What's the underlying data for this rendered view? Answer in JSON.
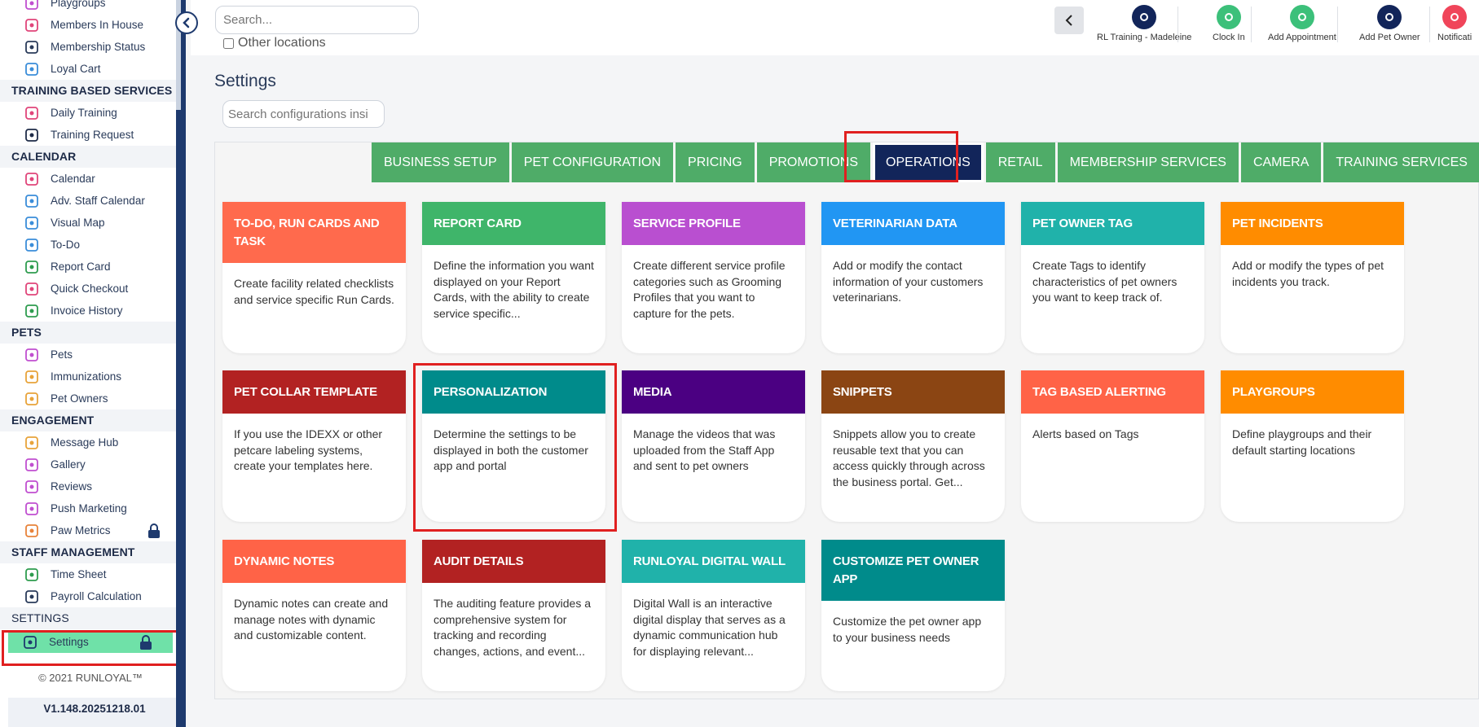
{
  "sidebar": {
    "items": [
      {
        "label": "Playgroups",
        "type": "item"
      },
      {
        "label": "Members In House",
        "type": "item"
      },
      {
        "label": "Membership Status",
        "type": "item"
      },
      {
        "label": "Loyal Cart",
        "type": "item"
      },
      {
        "label": "TRAINING BASED SERVICES",
        "type": "head"
      },
      {
        "label": "Daily Training",
        "type": "item"
      },
      {
        "label": "Training Request",
        "type": "item"
      },
      {
        "label": "CALENDAR",
        "type": "head"
      },
      {
        "label": "Calendar",
        "type": "item"
      },
      {
        "label": "Adv. Staff Calendar",
        "type": "item"
      },
      {
        "label": "Visual Map",
        "type": "item"
      },
      {
        "label": "To-Do",
        "type": "item"
      },
      {
        "label": "Report Card",
        "type": "item"
      },
      {
        "label": "Quick Checkout",
        "type": "item"
      },
      {
        "label": "Invoice History",
        "type": "item"
      },
      {
        "label": "PETS",
        "type": "head"
      },
      {
        "label": "Pets",
        "type": "item"
      },
      {
        "label": "Immunizations",
        "type": "item"
      },
      {
        "label": "Pet Owners",
        "type": "item"
      },
      {
        "label": "ENGAGEMENT",
        "type": "head"
      },
      {
        "label": "Message Hub",
        "type": "item"
      },
      {
        "label": "Gallery",
        "type": "item"
      },
      {
        "label": "Reviews",
        "type": "item"
      },
      {
        "label": "Push Marketing",
        "type": "item"
      },
      {
        "label": "Paw Metrics",
        "type": "item"
      },
      {
        "label": "STAFF MANAGEMENT",
        "type": "head"
      },
      {
        "label": "Time Sheet",
        "type": "item"
      },
      {
        "label": "Payroll Calculation",
        "type": "item"
      },
      {
        "label": "SETTINGS",
        "type": "head"
      },
      {
        "label": "Settings",
        "type": "item"
      }
    ],
    "copyright": "© 2021  RUNLOYAL™",
    "version": "V1.148.20251218.01"
  },
  "topbar": {
    "search_placeholder": "Search...",
    "other_locations": "Other locations",
    "actions": [
      {
        "label": "RL Training - Madeleine",
        "color": "#12255a"
      },
      {
        "label": "Clock In",
        "color": "#3cc07a"
      },
      {
        "label": "Add Appointment",
        "color": "#3cc07a"
      },
      {
        "label": "Add Pet Owner",
        "color": "#12255a"
      },
      {
        "label": "Notificati",
        "color": "#f0455a"
      }
    ]
  },
  "main": {
    "title": "Settings",
    "config_search_placeholder": "Search configurations insi",
    "tabs": [
      "BUSINESS SETUP",
      "PET CONFIGURATION",
      "PRICING",
      "PROMOTIONS",
      "OPERATIONS",
      "RETAIL",
      "MEMBERSHIP SERVICES",
      "CAMERA",
      "TRAINING SERVICES"
    ],
    "active_tab": "OPERATIONS",
    "cards": [
      {
        "title": "TO-DO, RUN CARDS AND TASK",
        "desc": "Create facility related checklists and service specific Run Cards.",
        "color": "#ff6a4d"
      },
      {
        "title": "REPORT CARD",
        "desc": "Define the information you want displayed on your Report Cards, with the ability to create service specific...",
        "color": "#3fb56a"
      },
      {
        "title": "SERVICE PROFILE",
        "desc": "Create different service profile categories such as Grooming Profiles that you want to capture for the pets.",
        "color": "#b94fd0"
      },
      {
        "title": "VETERINARIAN DATA",
        "desc": "Add or modify the contact information of your customers veterinarians.",
        "color": "#2196f3"
      },
      {
        "title": "PET OWNER TAG",
        "desc": "Create Tags to identify characteristics of pet owners you want to keep track of.",
        "color": "#20b2aa"
      },
      {
        "title": "PET INCIDENTS",
        "desc": "Add or modify the types of pet incidents you track.",
        "color": "#ff8c00"
      },
      {
        "title": "PET COLLAR TEMPLATE",
        "desc": "If you use the IDEXX or other petcare labeling systems, create your templates here.",
        "color": "#b22222"
      },
      {
        "title": "PERSONALIZATION",
        "desc": "Determine the settings to be displayed in both the customer app and portal",
        "color": "#008b8b"
      },
      {
        "title": "MEDIA",
        "desc": "Manage the videos that was uploaded from the Staff App and sent to pet owners",
        "color": "#4b0082"
      },
      {
        "title": "SNIPPETS",
        "desc": "Snippets allow you to create reusable text that you can access quickly through across the business portal. Get...",
        "color": "#8b4513"
      },
      {
        "title": "TAG BASED ALERTING",
        "desc": "Alerts based on Tags",
        "color": "#ff6347"
      },
      {
        "title": "PLAYGROUPS",
        "desc": "Define playgroups and their default starting locations",
        "color": "#ff8c00"
      },
      {
        "title": "DYNAMIC NOTES",
        "desc": "Dynamic notes can create and manage notes with dynamic and customizable content.",
        "color": "#ff6347"
      },
      {
        "title": "AUDIT DETAILS",
        "desc": "The auditing feature provides a comprehensive system for tracking and recording changes, actions, and event...",
        "color": "#b22222"
      },
      {
        "title": "RUNLOYAL DIGITAL WALL",
        "desc": "Digital Wall is an interactive digital display that serves as a dynamic communication hub for displaying relevant...",
        "color": "#20b2aa"
      },
      {
        "title": "CUSTOMIZE PET OWNER APP",
        "desc": "Customize the pet owner app to your business needs",
        "color": "#008b8b"
      }
    ]
  }
}
